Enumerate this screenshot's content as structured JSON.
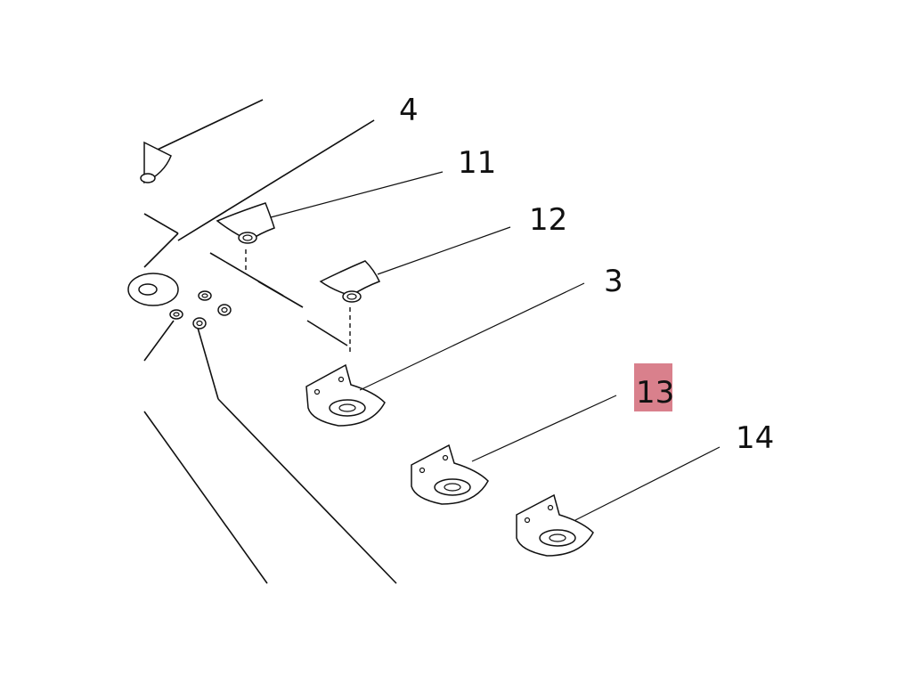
{
  "callouts": [
    {
      "id": "4",
      "label": "4"
    },
    {
      "id": "11",
      "label": "11"
    },
    {
      "id": "12",
      "label": "12"
    },
    {
      "id": "3",
      "label": "3"
    },
    {
      "id": "13",
      "label": "13",
      "highlighted": true
    },
    {
      "id": "14",
      "label": "14"
    }
  ],
  "colors": {
    "highlight": "#d9808c",
    "line": "#111111",
    "background": "#ffffff"
  }
}
